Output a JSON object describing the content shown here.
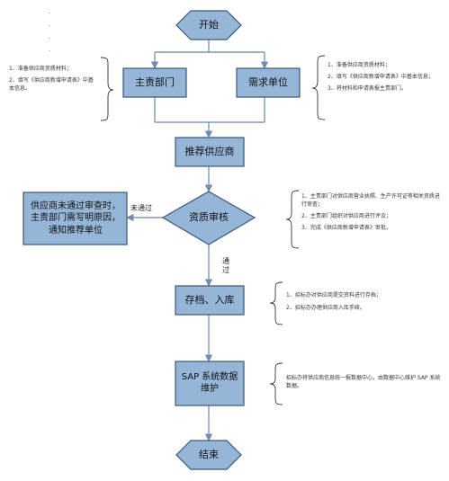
{
  "colors": {
    "node_fill": "#96b6d8",
    "node_border": "#3b5778",
    "line": "#7f97b4",
    "arrow": "#6f8db0",
    "bracket": "#333333"
  },
  "nodes": {
    "start": "开始",
    "dept_main": "主责部门",
    "demand_unit": "需求单位",
    "recommend": "推荐供应商",
    "review": "资质审核",
    "fail_notice": "供应商未通过审查时，主责部门需写明原因，通知推荐单位",
    "archive": "存档、入库",
    "sap": "SAP 系统数据维护",
    "end": "结束"
  },
  "edge_labels": {
    "not_passed": "未通过",
    "passed": "通过"
  },
  "notes": {
    "left_dept": [
      "1、准备供应商资质材料；",
      "2、填写《供应商新增申请表》中基本信息。"
    ],
    "right_demand": [
      "1、准备供应商资质材料；",
      "2、填写《供应商新增申请表》中基本信息；",
      "3、将材料和申请表报主责部门。"
    ],
    "review": [
      "1、主责部门对供应商营业执照、生产许可证等相关资质进行审查；",
      "2、主责部门组织对供应商进行评议；",
      "3、完成《供应商新增申请表》审批。"
    ],
    "archive": [
      "1、招标办对供应商提交资料进行存档；",
      "2、招标办办理供应商入库手续。"
    ],
    "sap": [
      "招标办将供应商信息统一报数据中心，由数据中心维护 SAP 系统数据。"
    ]
  },
  "top_dots": [
    "·",
    "·",
    "·",
    "·"
  ]
}
